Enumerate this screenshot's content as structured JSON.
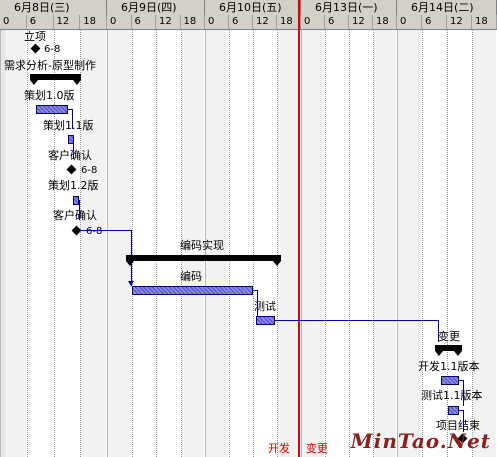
{
  "days": [
    {
      "label": "6月8日(三)"
    },
    {
      "label": "6月9日(四)"
    },
    {
      "label": "6月10日(五)"
    },
    {
      "label": "6月13日(一)"
    },
    {
      "label": "6月14日(二)"
    }
  ],
  "hours": [
    "0",
    "6",
    "12",
    "18",
    "0",
    "6",
    "12",
    "18",
    "0",
    "6",
    "12",
    "18",
    "0",
    "6",
    "12",
    "18",
    "0",
    "6",
    "12",
    "18"
  ],
  "tasks": {
    "lixiang": "立项",
    "lixiang_date": "6-8",
    "xuqiu": "需求分析-原型制作",
    "cehua10": "策划1.0版",
    "cehua11": "策划1.1版",
    "kehu1": "客户确认",
    "kehu1_date": "6-8",
    "cehua12": "策划1.2版",
    "kehu2": "客户确认",
    "kehu2_date": "6-8",
    "bianma_summary": "编码实现",
    "bianma": "编码",
    "ceshi": "测试",
    "biangeng": "变更",
    "kaifa11": "开发1.1版本",
    "ceshi11": "测试1.1版本",
    "jieshu": "项目结束"
  },
  "markers": {
    "kaifa": "开发",
    "biangeng": "变更"
  },
  "watermark": "MinTao.Net"
}
